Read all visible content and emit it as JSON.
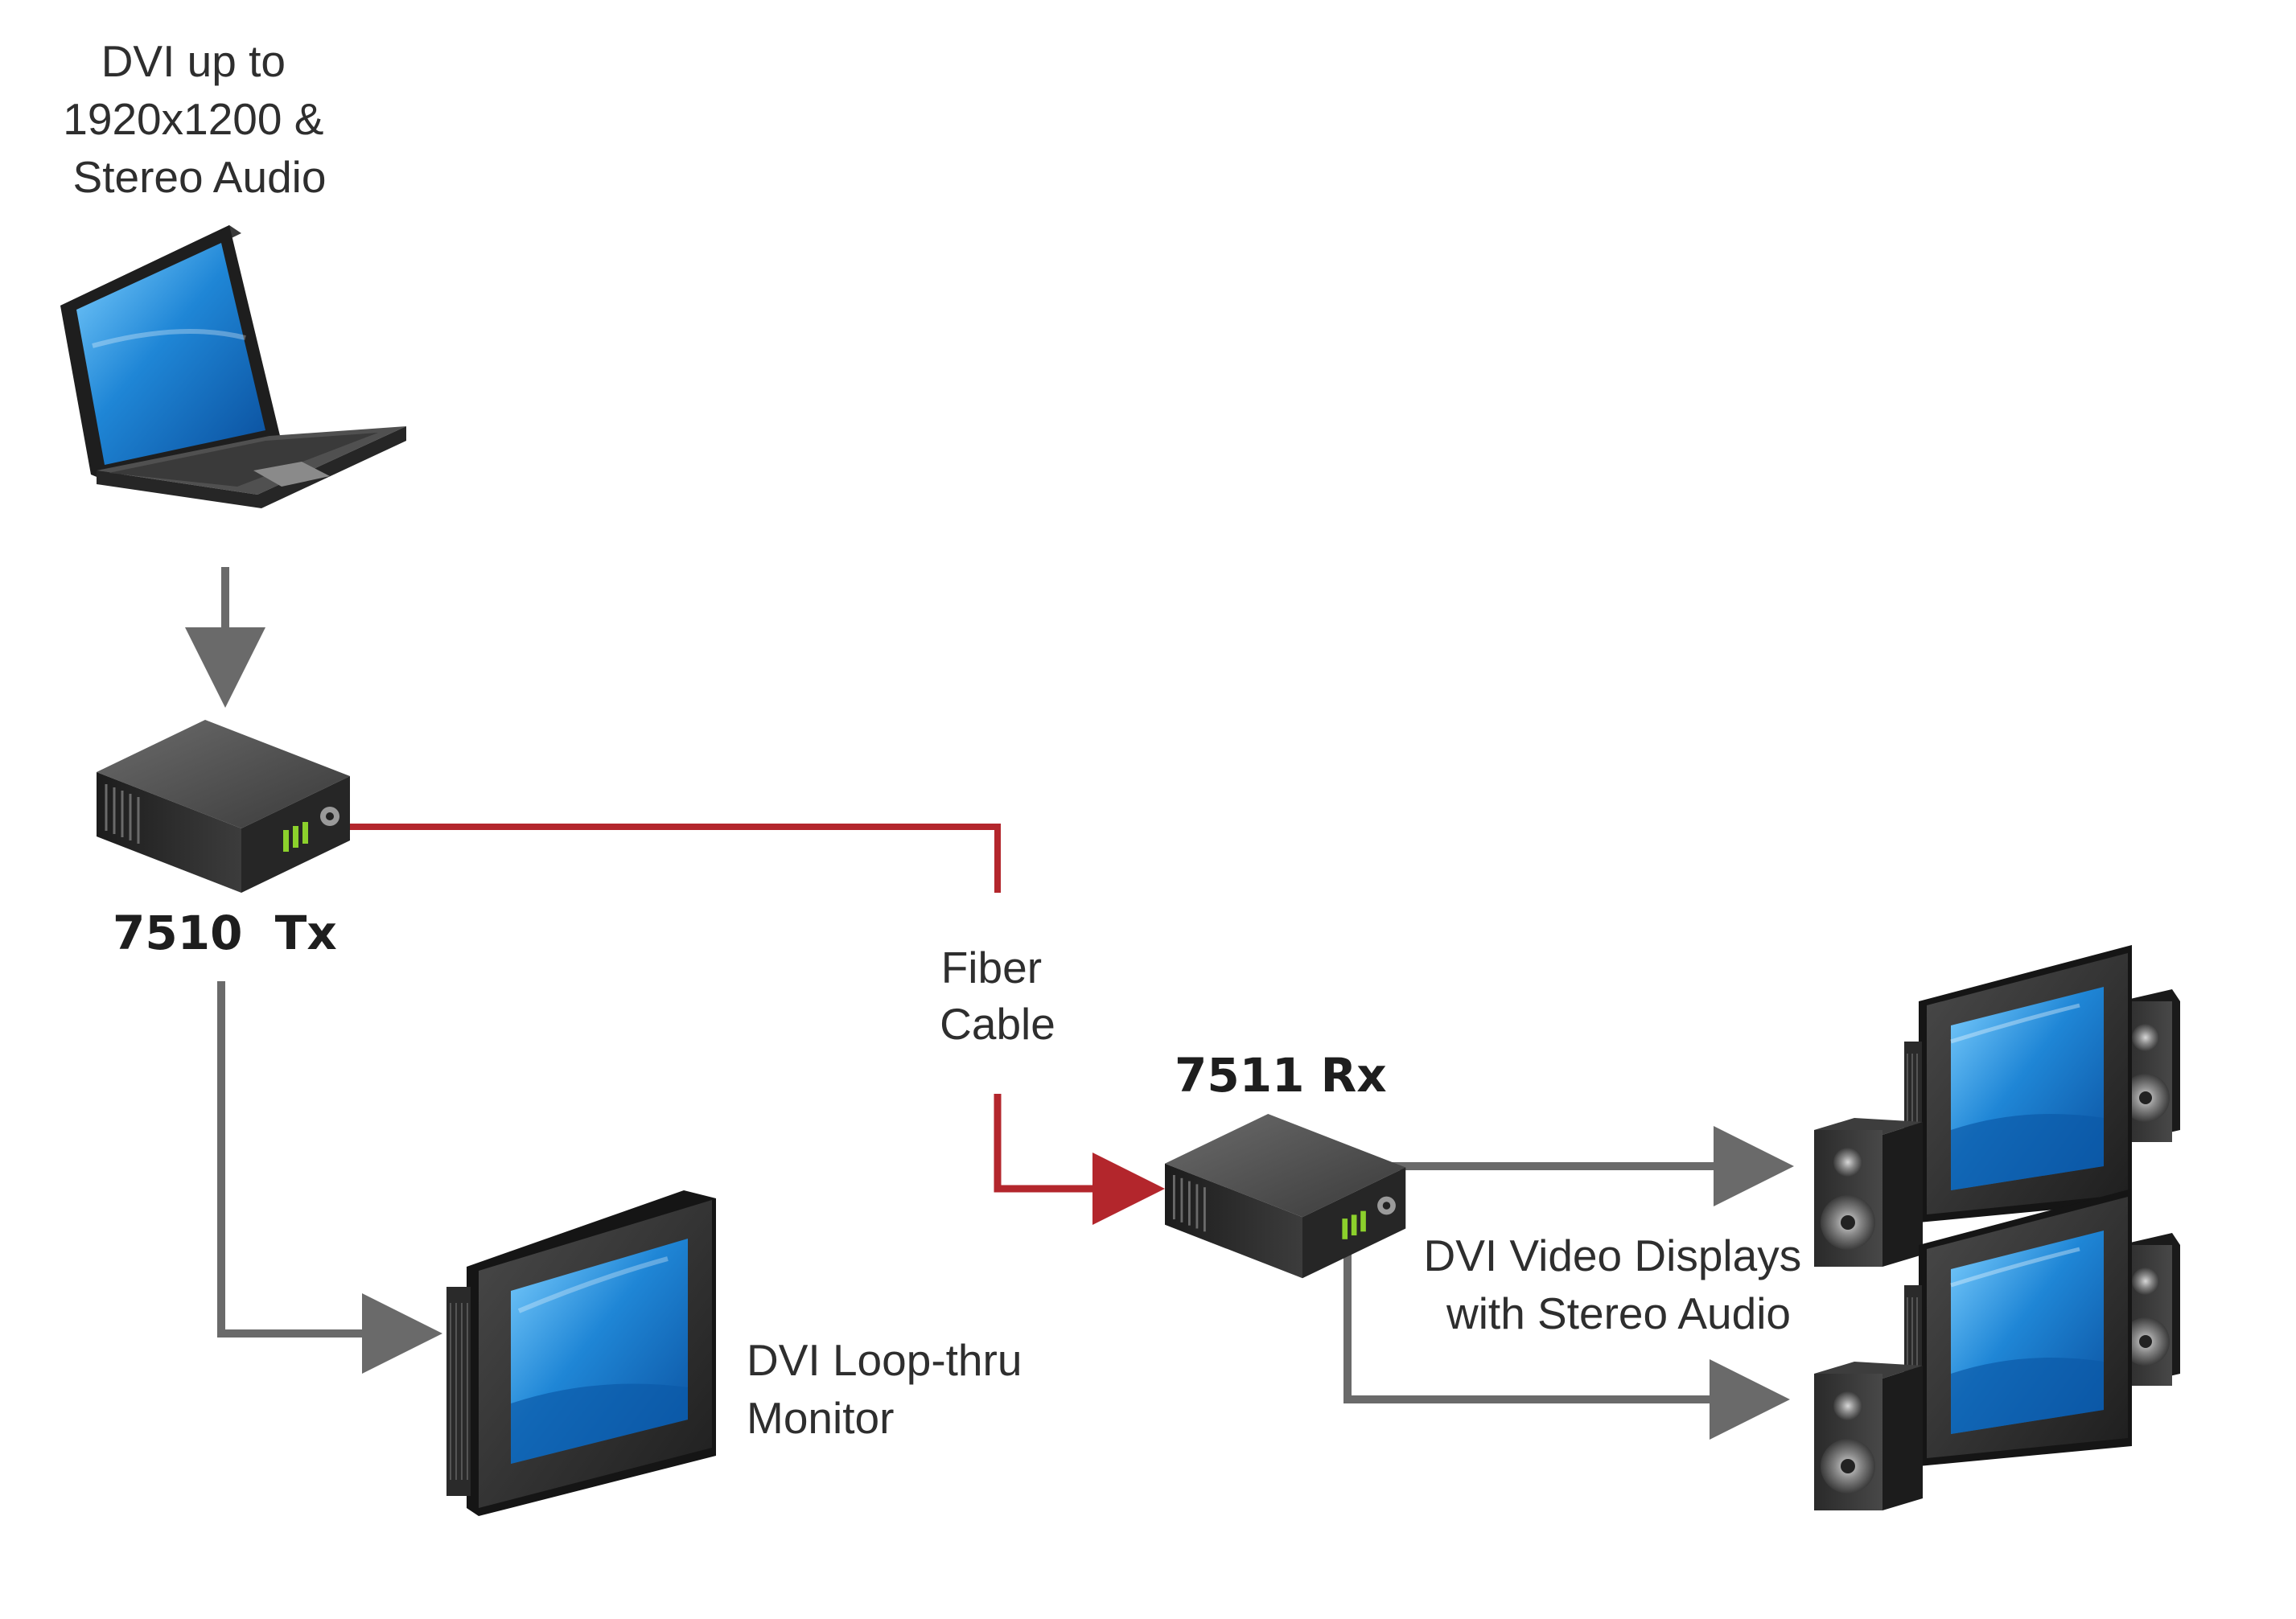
{
  "source": {
    "label_lines": [
      "DVI up to",
      "1920x1200 &",
      "Stereo Audio"
    ],
    "icon": "laptop-icon"
  },
  "transmitter": {
    "label": "7510  Tx",
    "icon": "transmitter-box-icon"
  },
  "receiver": {
    "label": "7511 Rx",
    "icon": "receiver-box-icon"
  },
  "cable": {
    "label_lines": [
      "Fiber",
      "Cable"
    ],
    "color": "#b3262c"
  },
  "loop_monitor": {
    "label_lines": [
      "DVI Loop-thru",
      "Monitor"
    ],
    "icon": "monitor-icon"
  },
  "displays": {
    "label_lines": [
      "DVI Video Displays",
      "with Stereo Audio"
    ],
    "icons": [
      "display-with-speakers-icon",
      "display-with-speakers-icon"
    ]
  },
  "colors": {
    "connector_gray": "#6a6a6a",
    "fiber_red": "#b3262c",
    "screen_blue": "#1f86d6",
    "device_dark": "#2b2b2b"
  }
}
